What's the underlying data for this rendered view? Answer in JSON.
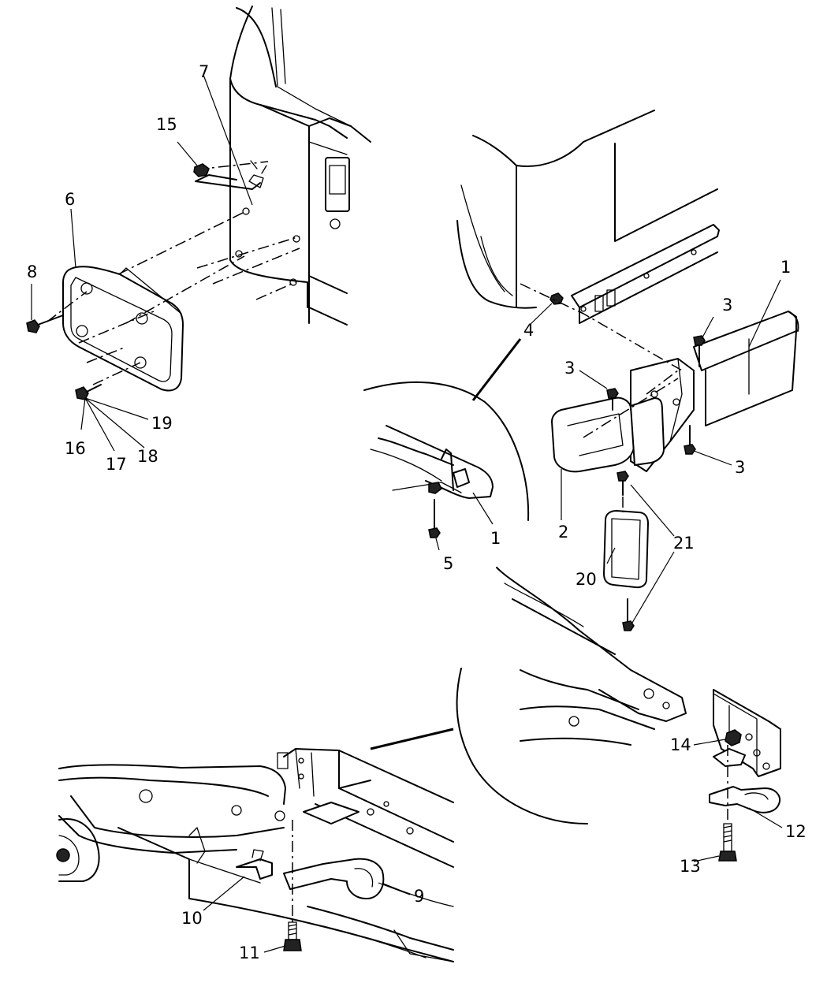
{
  "callouts": [
    {
      "id": "c1a",
      "text": "1"
    },
    {
      "id": "c1b",
      "text": "1"
    },
    {
      "id": "c2",
      "text": "2"
    },
    {
      "id": "c3a",
      "text": "3"
    },
    {
      "id": "c3b",
      "text": "3"
    },
    {
      "id": "c3c",
      "text": "3"
    },
    {
      "id": "c4",
      "text": "4"
    },
    {
      "id": "c5",
      "text": "5"
    },
    {
      "id": "c6",
      "text": "6"
    },
    {
      "id": "c7",
      "text": "7"
    },
    {
      "id": "c8",
      "text": "8"
    },
    {
      "id": "c9",
      "text": "9"
    },
    {
      "id": "c10",
      "text": "10"
    },
    {
      "id": "c11",
      "text": "11"
    },
    {
      "id": "c12",
      "text": "12"
    },
    {
      "id": "c13",
      "text": "13"
    },
    {
      "id": "c14",
      "text": "14"
    },
    {
      "id": "c15",
      "text": "15"
    },
    {
      "id": "c16",
      "text": "16"
    },
    {
      "id": "c17",
      "text": "17"
    },
    {
      "id": "c18",
      "text": "18"
    },
    {
      "id": "c19",
      "text": "19"
    },
    {
      "id": "c20",
      "text": "20"
    },
    {
      "id": "c21",
      "text": "21"
    }
  ]
}
